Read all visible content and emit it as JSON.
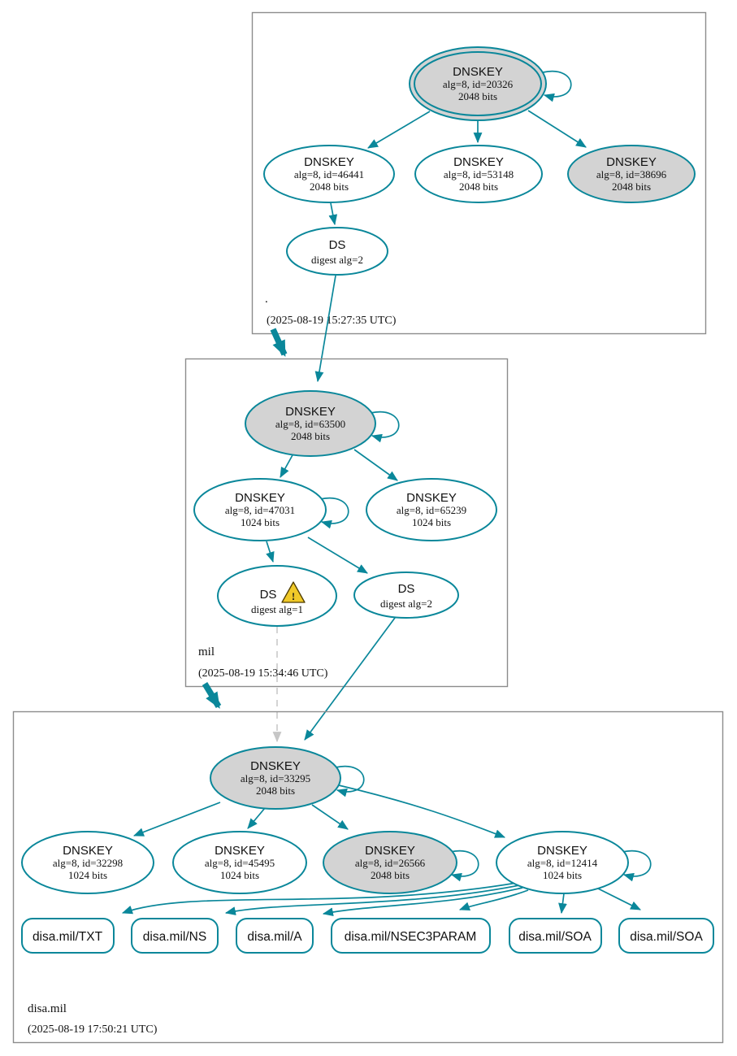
{
  "colors": {
    "secure_teal": "#0a879a",
    "ksk_fill_gray": "#d3d3d3",
    "node_fill": "#ffffff",
    "warning_yellow": "#f0c929",
    "insecure_edge_gray": "#cccccc",
    "zone_border_gray": "#8c8c8c"
  },
  "root_zone": {
    "label": ".",
    "timestamp": "(2025-08-19 15:27:35 UTC)",
    "ksk": {
      "title": "DNSKEY",
      "detail": "alg=8, id=20326",
      "bits": "2048 bits"
    },
    "zsk1": {
      "title": "DNSKEY",
      "detail": "alg=8, id=46441",
      "bits": "2048 bits"
    },
    "zsk2": {
      "title": "DNSKEY",
      "detail": "alg=8, id=53148",
      "bits": "2048 bits"
    },
    "zsk3": {
      "title": "DNSKEY",
      "detail": "alg=8, id=38696",
      "bits": "2048 bits"
    },
    "ds": {
      "title": "DS",
      "detail": "digest alg=2"
    }
  },
  "mil_zone": {
    "label": "mil",
    "timestamp": "(2025-08-19 15:34:46 UTC)",
    "ksk": {
      "title": "DNSKEY",
      "detail": "alg=8, id=63500",
      "bits": "2048 bits"
    },
    "zsk1": {
      "title": "DNSKEY",
      "detail": "alg=8, id=47031",
      "bits": "1024 bits"
    },
    "zsk2": {
      "title": "DNSKEY",
      "detail": "alg=8, id=65239",
      "bits": "1024 bits"
    },
    "ds1": {
      "title": "DS",
      "detail": "digest alg=1",
      "warning_mark": "!"
    },
    "ds2": {
      "title": "DS",
      "detail": "digest alg=2"
    }
  },
  "disa_zone": {
    "label": "disa.mil",
    "timestamp": "(2025-08-19 17:50:21 UTC)",
    "ksk": {
      "title": "DNSKEY",
      "detail": "alg=8, id=33295",
      "bits": "2048 bits"
    },
    "zsk1": {
      "title": "DNSKEY",
      "detail": "alg=8, id=32298",
      "bits": "1024 bits"
    },
    "zsk2": {
      "title": "DNSKEY",
      "detail": "alg=8, id=45495",
      "bits": "1024 bits"
    },
    "zsk3": {
      "title": "DNSKEY",
      "detail": "alg=8, id=26566",
      "bits": "2048 bits"
    },
    "zsk4": {
      "title": "DNSKEY",
      "detail": "alg=8, id=12414",
      "bits": "1024 bits"
    },
    "records": {
      "txt": "disa.mil/TXT",
      "ns": "disa.mil/NS",
      "a": "disa.mil/A",
      "nsec3param": "disa.mil/NSEC3PARAM",
      "soa1": "disa.mil/SOA",
      "soa2": "disa.mil/SOA"
    }
  }
}
